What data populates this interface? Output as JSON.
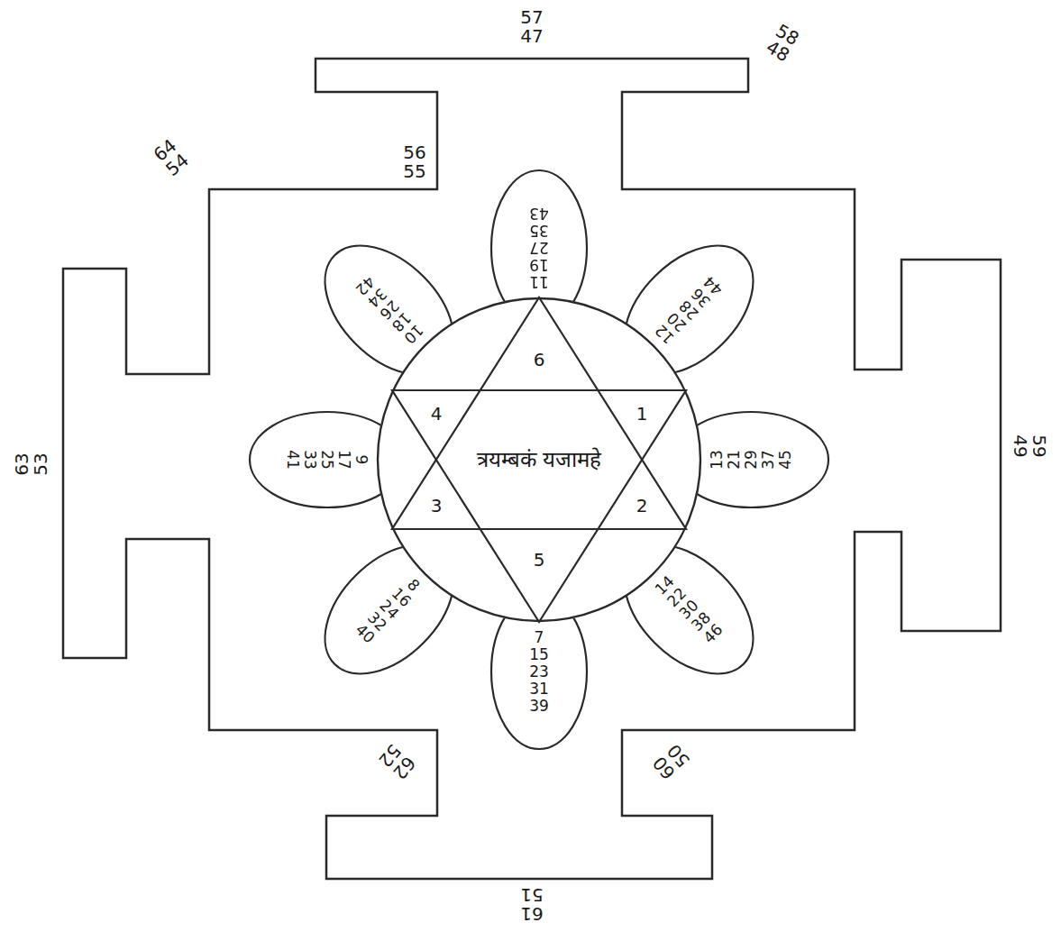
{
  "diagram": {
    "nodes": [
      {
        "text": [
          "11 19 27 35 43"
        ]
      },
      {
        "text": [
          "12 20 28 36 44"
        ]
      },
      {
        "text": [
          "13 21 29 37 45"
        ]
      },
      {
        "text": [
          "14 22 30 38 46"
        ]
      },
      {
        "text": [
          "7 15 23 31 39"
        ]
      },
      {
        "text": [
          "8 16 24 32 40"
        ]
      },
      {
        "text": [
          "9 17 25 33 41"
        ]
      },
      {
        "text": [
          "10 18 26 34 42"
        ]
      },
      {
        "text": [
          "त्रयम्बकं यजामहे"
        ]
      }
    ],
    "labels": [
      "57 47",
      "58 48",
      "56 55",
      "64 54",
      "63 53",
      "62 52",
      "61 51",
      "60 50",
      "59 49",
      "6",
      "4",
      "1",
      "3",
      "2",
      "5"
    ]
  }
}
